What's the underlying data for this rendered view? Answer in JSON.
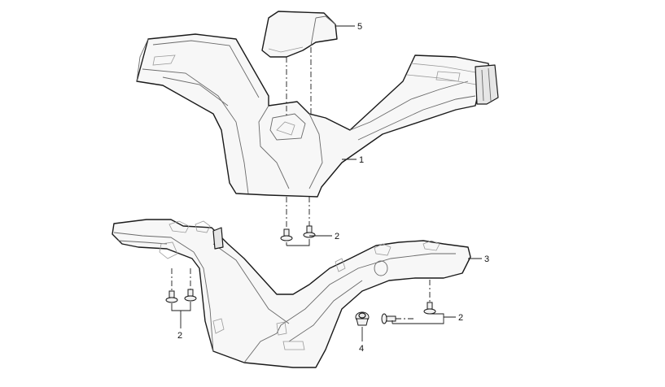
{
  "callouts": {
    "part_1": "1",
    "part_2_top": "2",
    "part_2_left": "2",
    "part_2_right": "2",
    "part_3": "3",
    "part_4": "4",
    "part_5": "5"
  },
  "colors": {
    "line": "#1a1a1a",
    "fill": "#f7f7f7",
    "background": "#ffffff"
  }
}
